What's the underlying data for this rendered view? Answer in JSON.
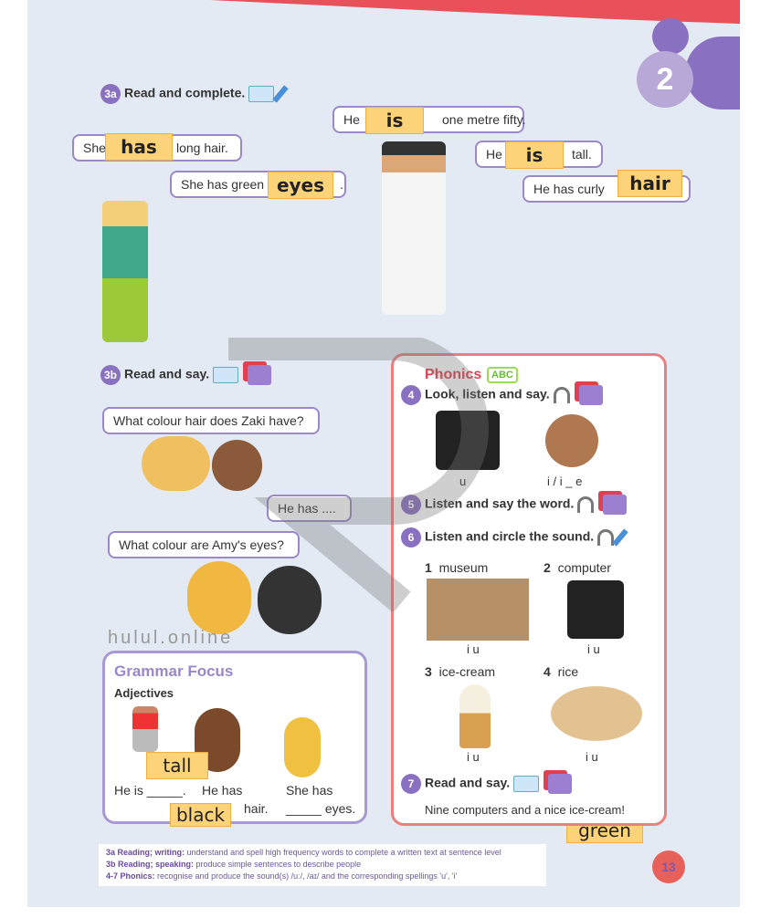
{
  "unit_number": "2",
  "page_number": "13",
  "ex3a": {
    "num": "3a",
    "title": "Read and complete.",
    "bubbles": [
      {
        "before": "She",
        "after": "long hair.",
        "answer": "has"
      },
      {
        "before": "She has green",
        "after": ".",
        "answer": "eyes"
      },
      {
        "before": "He",
        "after": "one metre fifty.",
        "answer": "is"
      },
      {
        "before": "He",
        "after": "tall.",
        "answer": "is"
      },
      {
        "before": "He has curly",
        "after": "",
        "answer": "hair"
      }
    ]
  },
  "ex3b": {
    "num": "3b",
    "title": "Read and say.",
    "bubbles": [
      "What colour hair does Zaki have?",
      "He has ....",
      "What colour are Amy's eyes?"
    ]
  },
  "grammar": {
    "title": "Grammar Focus",
    "subtitle": "Adjectives",
    "s1": "He is _____.",
    "s2a": "He has",
    "s2b": "hair.",
    "s3a": "She has",
    "s3b": "_____ eyes.",
    "answers": [
      "tall",
      "black",
      "green"
    ]
  },
  "phonics": {
    "title": "Phonics",
    "abc": "ABC",
    "ex4": {
      "num": "4",
      "title": "Look, listen and say.",
      "labels": [
        "u",
        "i / i _ e"
      ]
    },
    "ex5": {
      "num": "5",
      "title": "Listen and say the word."
    },
    "ex6": {
      "num": "6",
      "title": "Listen and circle the sound.",
      "items": [
        {
          "n": "1",
          "word": "museum",
          "sound": "i u"
        },
        {
          "n": "2",
          "word": "computer",
          "sound": "i u"
        },
        {
          "n": "3",
          "word": "ice-cream",
          "sound": "i u"
        },
        {
          "n": "4",
          "word": "rice",
          "sound": "i u"
        }
      ]
    },
    "ex7": {
      "num": "7",
      "title": "Read and say.",
      "text": "Nine computers and a nice ice-cream!"
    }
  },
  "notes": [
    {
      "label": "3a Reading; writing:",
      "text": "understand and spell high frequency words to complete a written text at sentence level"
    },
    {
      "label": "3b Reading; speaking:",
      "text": "produce simple sentences to describe people"
    },
    {
      "label": "4-7 Phonics:",
      "text": "recognise and produce the sound(s) /uː/, /aɪ/ and the corresponding spellings 'u', 'i'"
    }
  ],
  "watermark": "hulul.online"
}
